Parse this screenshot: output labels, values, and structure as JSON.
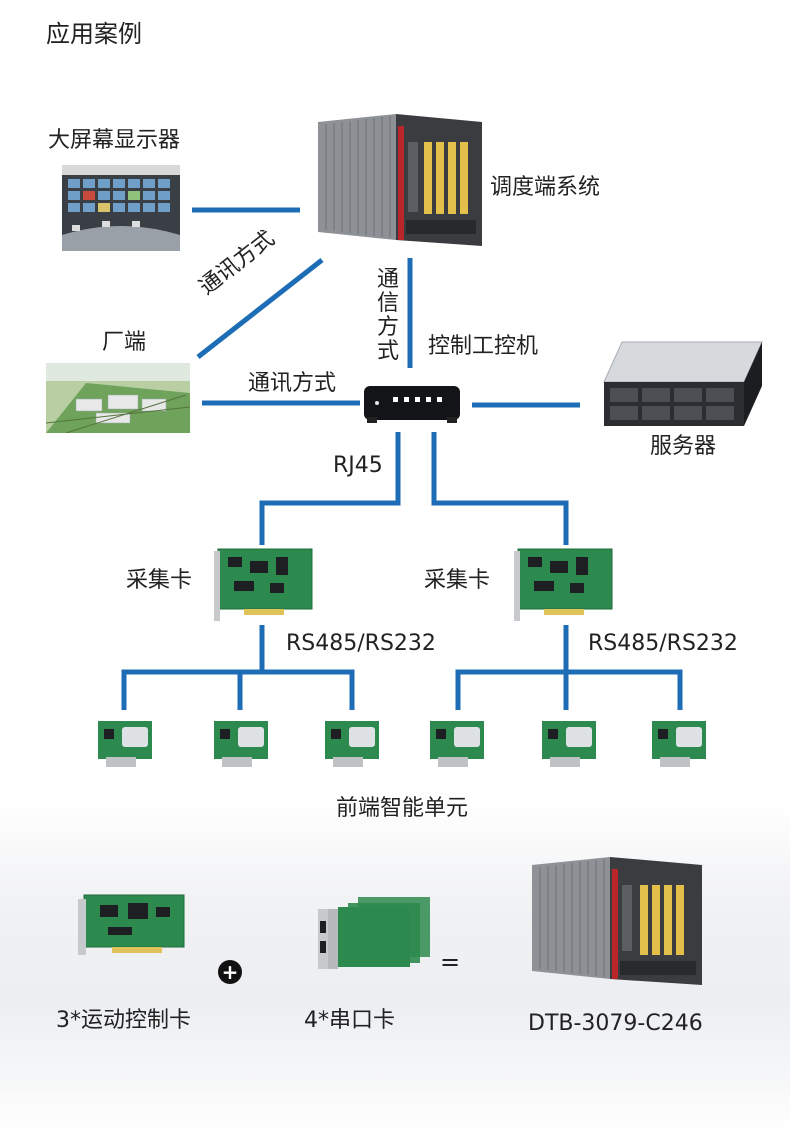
{
  "header": {
    "title": "应用案例"
  },
  "nodes": {
    "display": "大屏幕显示器",
    "dispatch": "调度端系统",
    "factory": "厂端",
    "ipc": "控制工控机",
    "server": "服务器",
    "acq_left": "采集卡",
    "acq_right": "采集卡",
    "frontend": "前端智能单元"
  },
  "links": {
    "comm_diag": "通讯方式",
    "comm_horiz": "通讯方式",
    "comm_vert": "通信方式",
    "rj45": "RJ45",
    "serial_left": "RS485/RS232",
    "serial_right": "RS485/RS232"
  },
  "bottom": {
    "motion_card": "3*运动控制卡",
    "plus": "+",
    "serial_card": "4*串口卡",
    "equals": "=",
    "product": "DTB-3079-C246"
  },
  "colors": {
    "link": "#1c6db5",
    "pcb": "#2d8a4e"
  }
}
